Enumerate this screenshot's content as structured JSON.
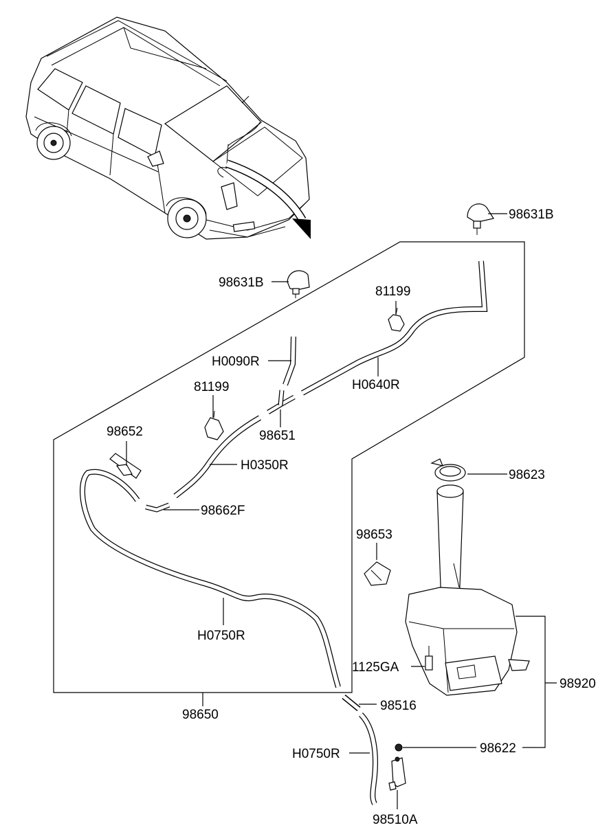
{
  "labels": {
    "nozzle_right": "98631B",
    "nozzle_left": "98631B",
    "clip_upper": "81199",
    "hose_h0090r": "H0090R",
    "hose_h0640r": "H0640R",
    "clip_lower": "81199",
    "connector_98651": "98651",
    "valve_98652": "98652",
    "hose_h0350r": "H0350R",
    "connector_98662f": "98662F",
    "cap_98623": "98623",
    "grommet_98653": "98653",
    "hose_h0750r_main": "H0750R",
    "bolt_1125ga": "1125GA",
    "reservoir_assy": "98920",
    "assy_98650": "98650",
    "connector_98516": "98516",
    "hose_h0750r_pump": "H0750R",
    "grommet_98622": "98622",
    "pump_98510a": "98510A"
  },
  "colors": {
    "line": "#000000",
    "background": "#ffffff",
    "fill": "#ffffff"
  }
}
